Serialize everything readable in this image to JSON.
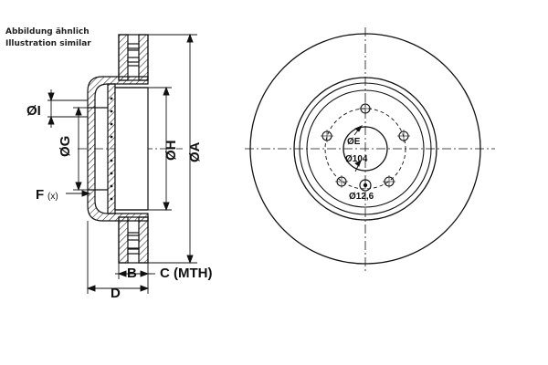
{
  "notes": {
    "line1": "Abbildung ähnlich",
    "line2": "Illustration similar"
  },
  "labels": {
    "dia_i": "ØI",
    "dia_g": "ØG",
    "f": "F",
    "f_sub": "(x)",
    "dia_h": "ØH",
    "dia_a": "ØA",
    "b": "B",
    "c": "C (MTH)",
    "d": "D",
    "dia_e": "ØE",
    "dia_104": "Ø104",
    "dia_126": "Ø12,6"
  },
  "colors": {
    "ink": "#111111"
  }
}
